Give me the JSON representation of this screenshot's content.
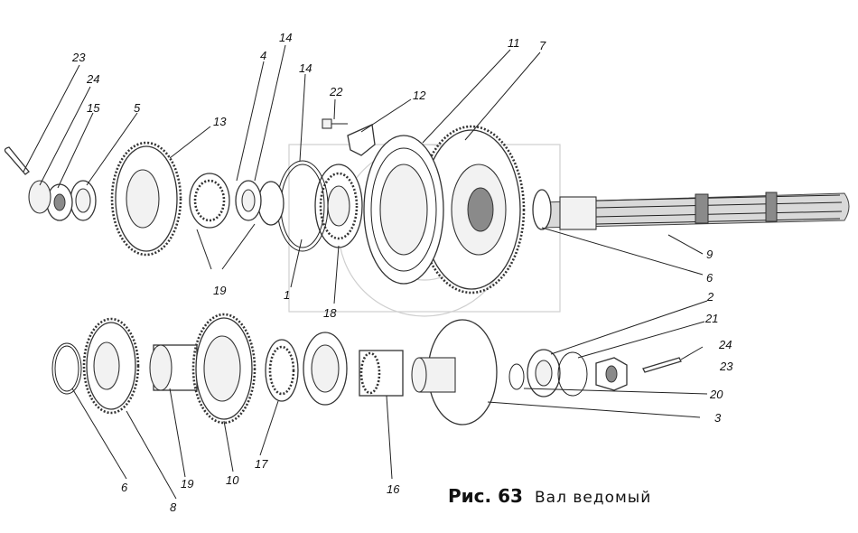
{
  "figure": {
    "caption_number": "Рис. 63",
    "caption_title": "Вал ведомый"
  },
  "labels": [
    {
      "id": "l23a",
      "text": "23"
    },
    {
      "id": "l24a",
      "text": "24"
    },
    {
      "id": "l15",
      "text": "15"
    },
    {
      "id": "l5",
      "text": "5"
    },
    {
      "id": "l13",
      "text": "13"
    },
    {
      "id": "l4",
      "text": "4"
    },
    {
      "id": "l14a",
      "text": "14"
    },
    {
      "id": "l14b",
      "text": "14"
    },
    {
      "id": "l22",
      "text": "22"
    },
    {
      "id": "l12",
      "text": "12"
    },
    {
      "id": "l11",
      "text": "11"
    },
    {
      "id": "l7",
      "text": "7"
    },
    {
      "id": "l9",
      "text": "9"
    },
    {
      "id": "l6a",
      "text": "6"
    },
    {
      "id": "l19a",
      "text": "19"
    },
    {
      "id": "l1",
      "text": "1"
    },
    {
      "id": "l18",
      "text": "18"
    },
    {
      "id": "l2",
      "text": "2"
    },
    {
      "id": "l21",
      "text": "21"
    },
    {
      "id": "l24b",
      "text": "24"
    },
    {
      "id": "l23b",
      "text": "23"
    },
    {
      "id": "l20",
      "text": "20"
    },
    {
      "id": "l3",
      "text": "3"
    },
    {
      "id": "l6b",
      "text": "6"
    },
    {
      "id": "l8",
      "text": "8"
    },
    {
      "id": "l19b",
      "text": "19"
    },
    {
      "id": "l10",
      "text": "10"
    },
    {
      "id": "l17",
      "text": "17"
    },
    {
      "id": "l16",
      "text": "16"
    }
  ]
}
